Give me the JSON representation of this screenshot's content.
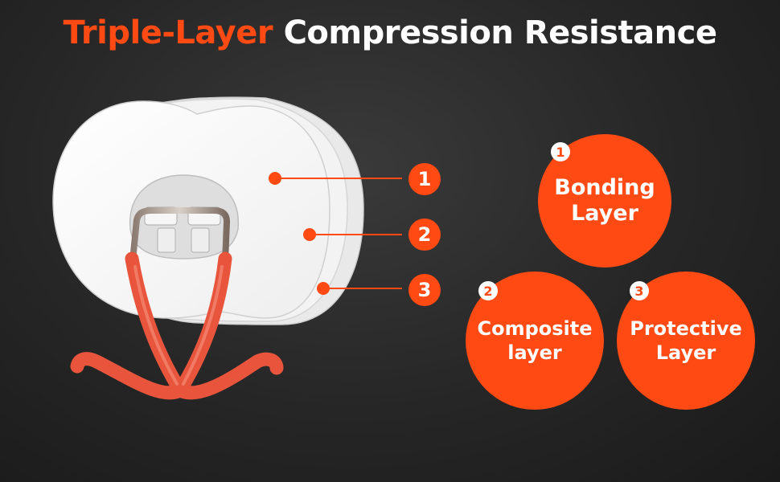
{
  "title": {
    "accent": "Triple-Layer",
    "rest": "Compression Resistance"
  },
  "markers": [
    {
      "label": "1"
    },
    {
      "label": "2"
    },
    {
      "label": "3"
    }
  ],
  "layers": [
    {
      "number": "1",
      "line1": "Bonding",
      "line2": "Layer"
    },
    {
      "number": "2",
      "line1": "Composite",
      "line2": "layer"
    },
    {
      "number": "3",
      "line1": "Protective",
      "line2": "Layer"
    }
  ],
  "colors": {
    "accent": "#ff4a14",
    "hook": "#e8553c",
    "background": "#262626"
  }
}
